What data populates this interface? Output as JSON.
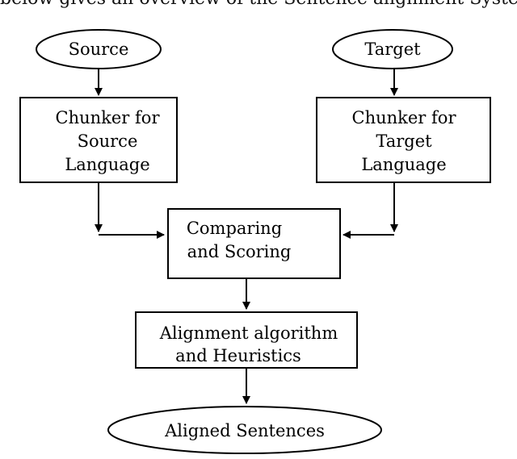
{
  "header_text": "below gives an overview of the Sentence alignment System",
  "nodes": {
    "source": "Source",
    "target": "Target",
    "chunker_source": [
      "Chunker for",
      "Source",
      "Language"
    ],
    "chunker_target": [
      "Chunker for",
      "Target",
      "Language"
    ],
    "comparing": [
      "Comparing",
      "and Scoring"
    ],
    "alignment": [
      "Alignment algorithm",
      "and Heuristics"
    ],
    "aligned": "Aligned Sentences"
  }
}
